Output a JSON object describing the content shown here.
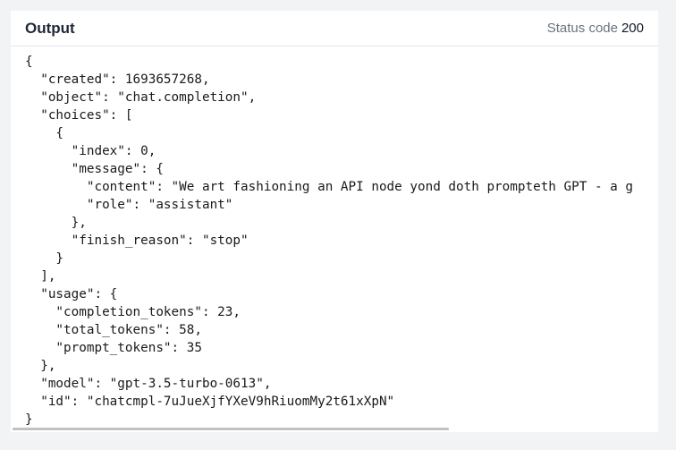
{
  "panel": {
    "title": "Output",
    "status_label": "Status code",
    "status_value": "200"
  },
  "code_lines": [
    "{",
    "  \"created\": 1693657268,",
    "  \"object\": \"chat.completion\",",
    "  \"choices\": [",
    "    {",
    "      \"index\": 0,",
    "      \"message\": {",
    "        \"content\": \"We art fashioning an API node yond doth prompteth GPT - a g",
    "        \"role\": \"assistant\"",
    "      },",
    "      \"finish_reason\": \"stop\"",
    "    }",
    "  ],",
    "  \"usage\": {",
    "    \"completion_tokens\": 23,",
    "    \"total_tokens\": 58,",
    "    \"prompt_tokens\": 35",
    "  },",
    "  \"model\": \"gpt-3.5-turbo-0613\",",
    "  \"id\": \"chatcmpl-7uJueXjfYXeV9hRiuomMy2t61xXpN\"",
    "}"
  ],
  "response": {
    "created": 1693657268,
    "object": "chat.completion",
    "choices": [
      {
        "index": 0,
        "message": {
          "content": "We art fashioning an API node yond doth prompteth GPT - a g",
          "role": "assistant"
        },
        "finish_reason": "stop"
      }
    ],
    "usage": {
      "completion_tokens": 23,
      "total_tokens": 58,
      "prompt_tokens": 35
    },
    "model": "gpt-3.5-turbo-0613",
    "id": "chatcmpl-7uJueXjfYXeV9hRiuomMy2t61xXpN"
  },
  "colors": {
    "page_bg": "#f2f3f5",
    "panel_bg": "#ffffff",
    "title": "#1f2937",
    "status_label": "#6b7280",
    "scrollbar": "#c1c1c1"
  }
}
